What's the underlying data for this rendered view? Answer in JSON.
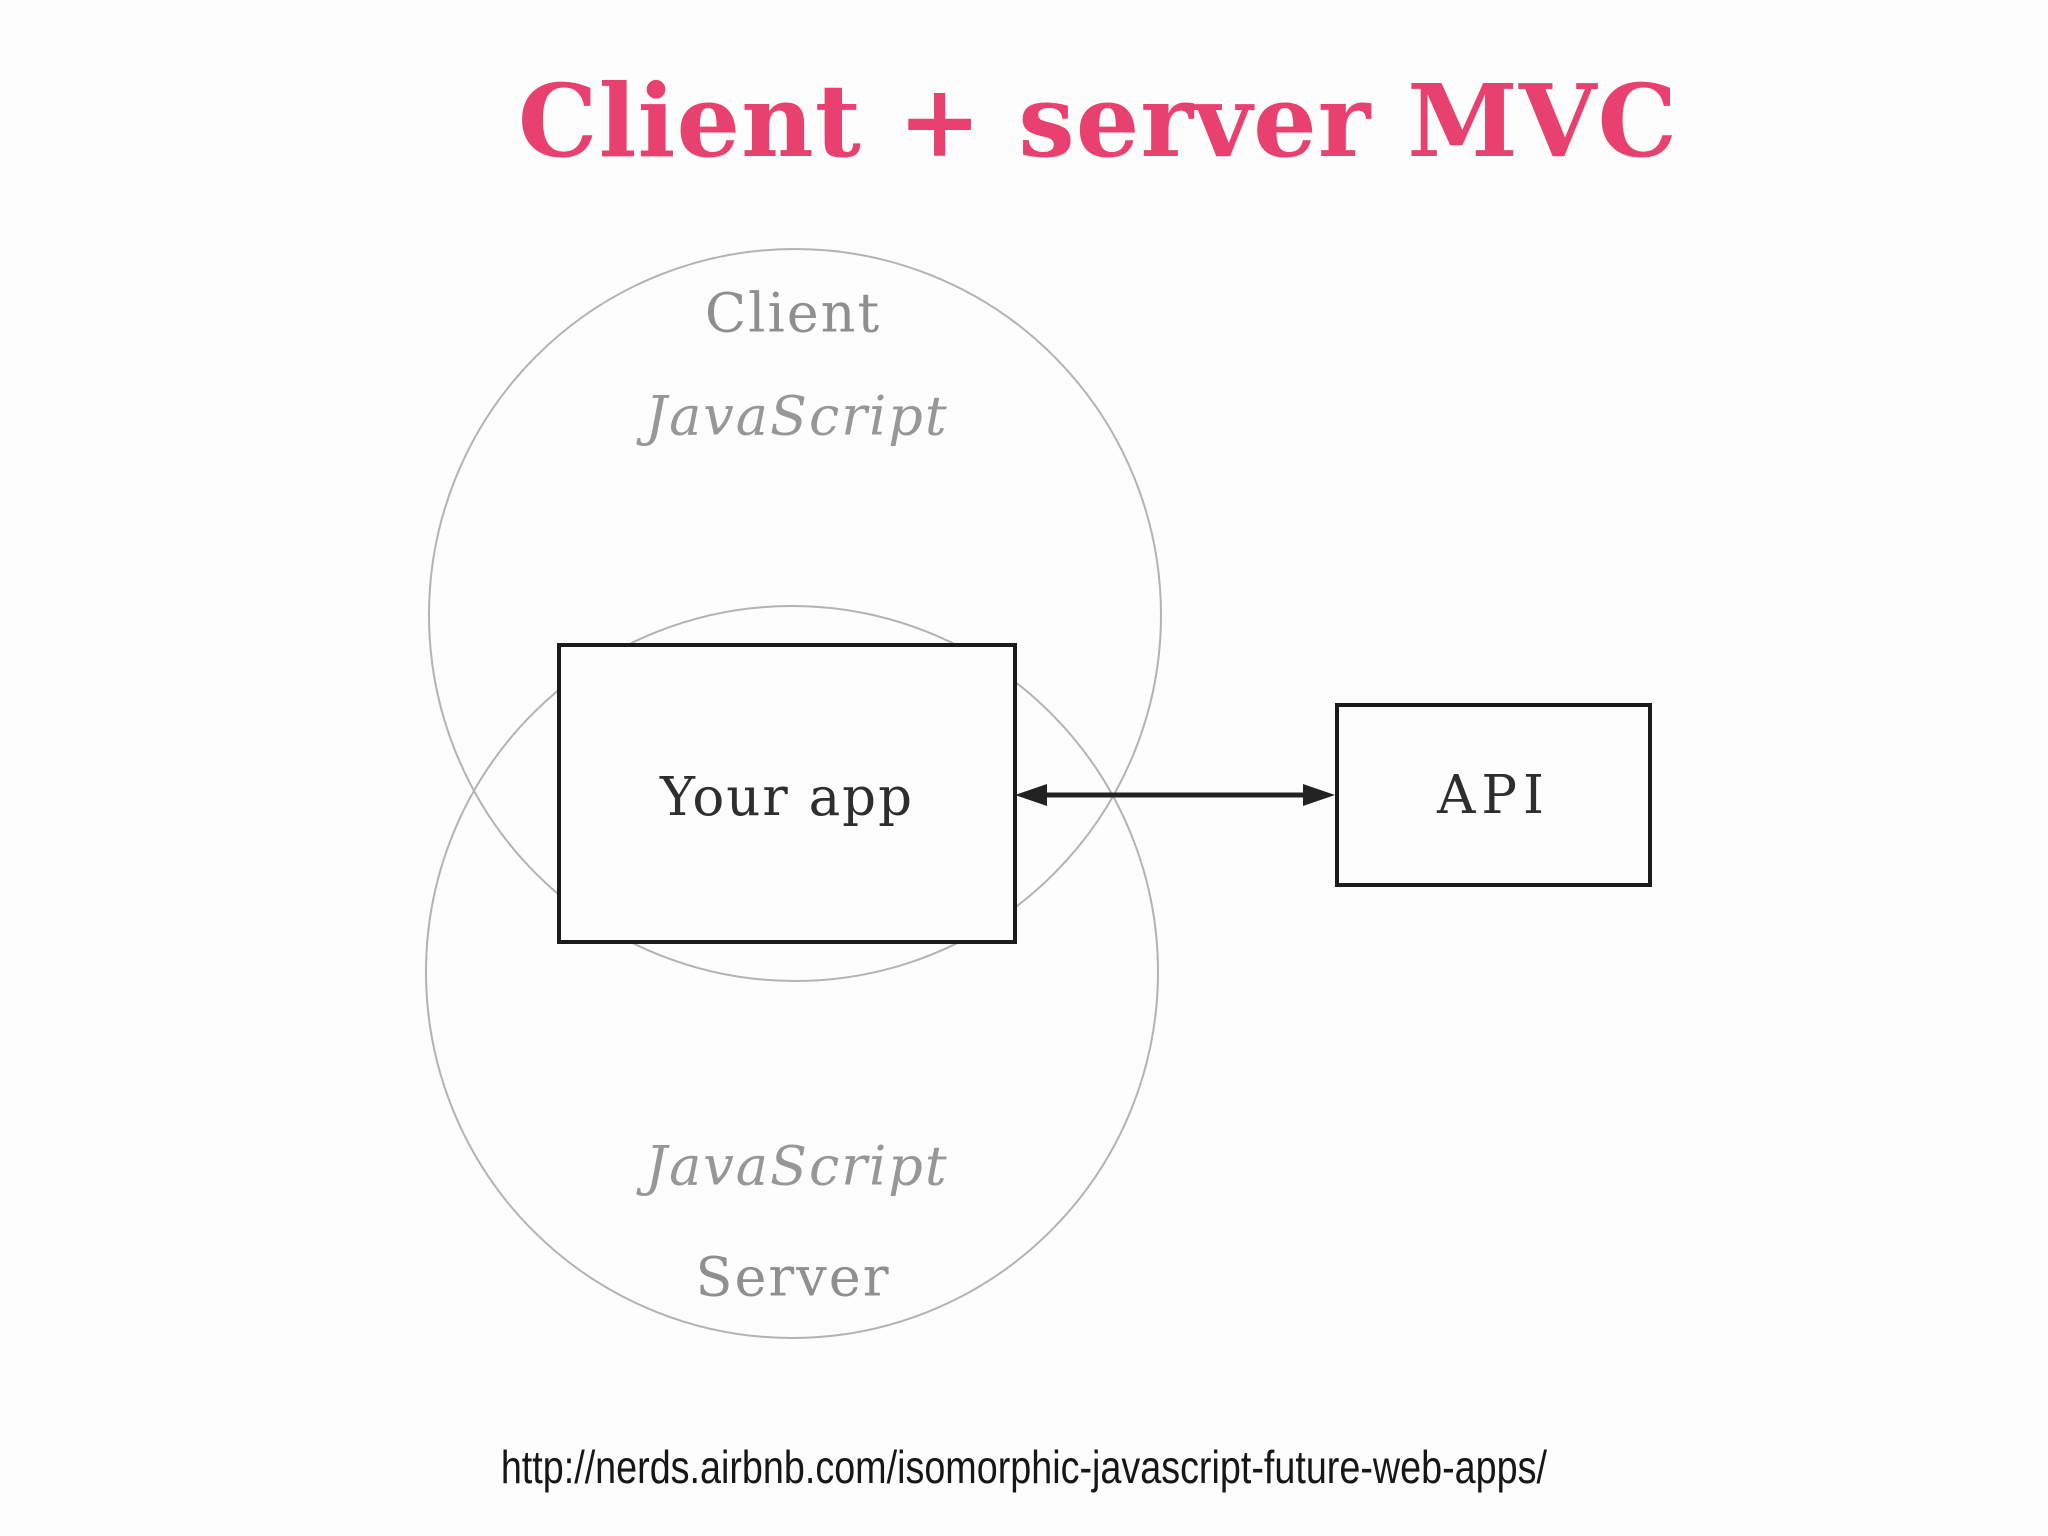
{
  "title": "Client + server MVC",
  "diagram": {
    "client_circle": {
      "label": "Client",
      "sublabel": "JavaScript"
    },
    "server_circle": {
      "label": "Server",
      "sublabel": "JavaScript"
    },
    "app_box": {
      "label": "Your app"
    },
    "api_box": {
      "label": "API"
    },
    "arrow": {
      "type": "bidirectional",
      "from": "Your app",
      "to": "API"
    }
  },
  "footer": {
    "url": "http://nerds.airbnb.com/isomorphic-javascript-future-web-apps/"
  },
  "colors": {
    "title_pink": "#e8416f",
    "circle_stroke_gray": "#b5b3b1",
    "label_gray": "#8f8f8f",
    "box_border_dark": "#1b1b1b",
    "node_text_dark": "#2e2e2e",
    "url_black": "#161616"
  }
}
